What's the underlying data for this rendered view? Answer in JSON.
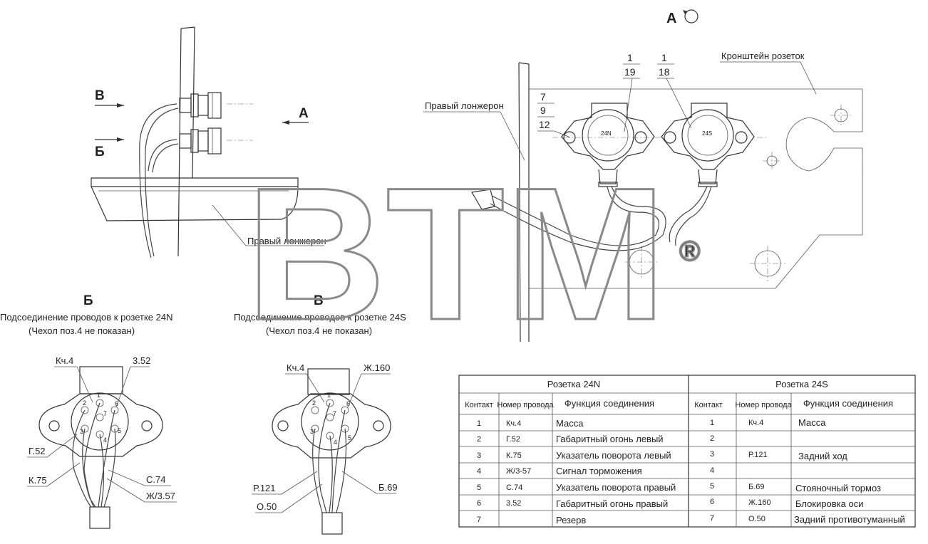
{
  "title_a": "А",
  "bracket_label": "Кронштейн розеток",
  "spar_label_top": "Правый лонжерон",
  "spar_label_left": "Правый лонжерон",
  "arrow_b": "В",
  "arrow_a": "А",
  "arrow_bb": "Б",
  "callouts": {
    "c1a": "1",
    "c19": "19",
    "c1b": "1",
    "c18": "18",
    "c7": "7",
    "c9": "9",
    "c12": "12"
  },
  "socket_marks": {
    "s24n": "24N",
    "s24s": "24S"
  },
  "view_b": {
    "letter": "Б",
    "caption1": "Подсоединение проводов к розетке 24N",
    "caption2": "(Чехол поз.4 не показан)",
    "wires": {
      "w1": "Кч.4",
      "w2": "3.52",
      "w3": "Г.52",
      "w4": "К.75",
      "w5": "С.74",
      "w6": "Ж/3.57"
    }
  },
  "view_v": {
    "letter": "В",
    "caption1": "Подсоединение проводов к розетке 24S",
    "caption2": "(Чехол поз.4 не показан)",
    "wires": {
      "w1": "Кч.4",
      "w2": "Ж.160",
      "w3": "Р.121",
      "w4": "О.50",
      "w5": "Б.69"
    }
  },
  "pins": [
    "1",
    "2",
    "3",
    "4",
    "5",
    "6",
    "7"
  ],
  "watermark": {
    "text": "BTM",
    "mark": "®"
  },
  "table": {
    "group_24n": "Розетка 24N",
    "group_24s": "Розетка 24S",
    "headers": [
      "Контакт",
      "Номер провода",
      "Функция соединения",
      "Контакт",
      "Номер провода",
      "Функция соединения"
    ],
    "rows": [
      [
        "1",
        "Кч.4",
        "Масса",
        "1",
        "Кч.4",
        "Масса"
      ],
      [
        "2",
        "Г.52",
        "Габаритный огонь левый",
        "2",
        "",
        ""
      ],
      [
        "3",
        "К.75",
        "Указатель поворота левый",
        "3",
        "Р.121",
        "Задний ход"
      ],
      [
        "4",
        "Ж/3-57",
        "Сигнал торможения",
        "4",
        "",
        ""
      ],
      [
        "5",
        "С.74",
        "Указатель поворота правый",
        "5",
        "Б.69",
        "Стояночный тормоз"
      ],
      [
        "6",
        "3.52",
        "Габаритный огонь правый",
        "6",
        "Ж.160",
        "Блокировка оси"
      ],
      [
        "7",
        "",
        "Резерв",
        "7",
        "О.50",
        "Задний противотуманный"
      ]
    ]
  }
}
